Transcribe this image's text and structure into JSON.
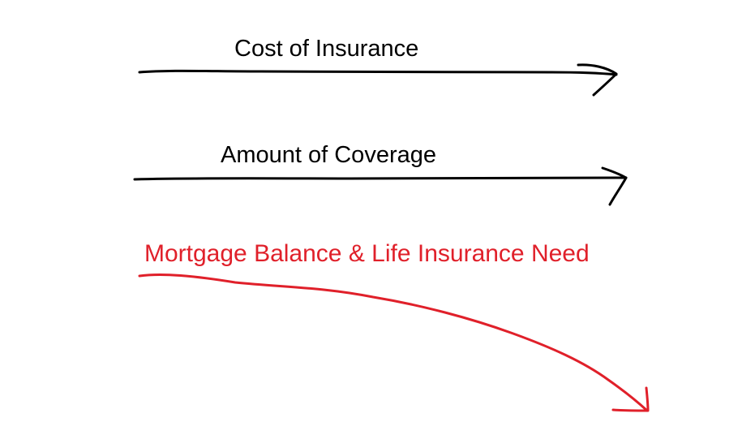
{
  "diagram": {
    "arrows": [
      {
        "label": "Cost of Insurance",
        "direction": "flat",
        "color": "#000000"
      },
      {
        "label": "Amount of Coverage",
        "direction": "flat",
        "color": "#000000"
      },
      {
        "label": "Mortgage Balance & Life Insurance Need",
        "direction": "declining",
        "color": "#e0202a"
      }
    ]
  }
}
